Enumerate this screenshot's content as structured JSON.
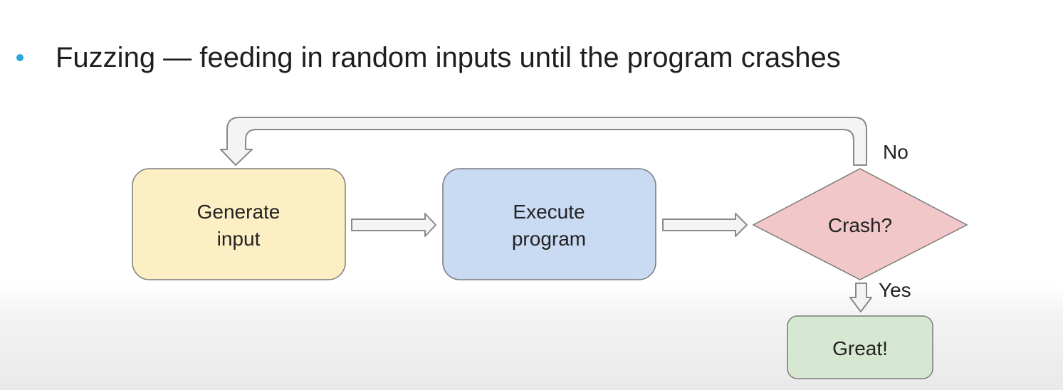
{
  "bullet": {
    "text": "Fuzzing — feeding in random inputs until the program crashes"
  },
  "nodes": {
    "generate": {
      "line1": "Generate",
      "line2": "input",
      "fill": "#fdefc4",
      "stroke": "#7b7b7b"
    },
    "execute": {
      "line1": "Execute",
      "line2": "program",
      "fill": "#c9daf3",
      "stroke": "#7b7b7b"
    },
    "crash": {
      "label": "Crash?",
      "fill": "#f2c7c9",
      "stroke": "#7b7b7b"
    },
    "great": {
      "label": "Great!",
      "fill": "#d6e8d1",
      "stroke": "#7b7b7b"
    }
  },
  "edges": {
    "no_label": "No",
    "yes_label": "Yes"
  },
  "colors": {
    "bullet": "#2aa6df",
    "arrow_fill": "#f4f4f4",
    "arrow_stroke": "#8a8a8a"
  }
}
